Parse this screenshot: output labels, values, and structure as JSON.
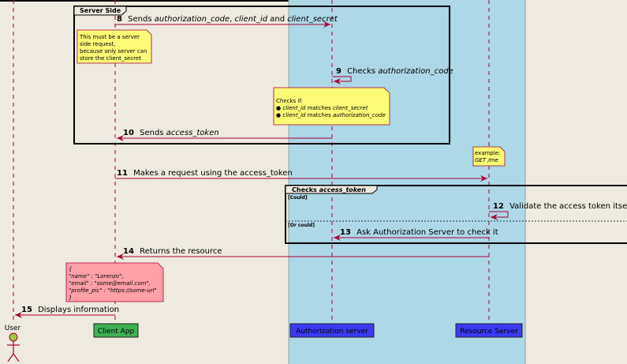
{
  "colors": {
    "background": "#eeeadf",
    "swimlane": "#add8e6",
    "arrow": "#a80036",
    "note_fill": "#fbfb77",
    "resource_note_fill": "#ff9fa8",
    "client_app_fill": "#3cb054",
    "server_fill": "#3a3af2",
    "actor_fill": "#9aca3a"
  },
  "participants": {
    "user": "User",
    "client_app": "Client App",
    "authorization_server": "Authorization server",
    "resource_server": "Resource Server"
  },
  "groups": {
    "server_side": "Server Side",
    "checks_access_token_prefix": "Checks ",
    "checks_access_token_em": "access_token",
    "alt_could": "[Could]",
    "alt_or_could": "[Or could]"
  },
  "messages": {
    "m8": {
      "num": "8",
      "p1": "Sends ",
      "e1": "authorization_code",
      "p2": ", ",
      "e2": "client_id",
      "p3": " and ",
      "e3": "client_secret"
    },
    "m9": {
      "num": "9",
      "p1": "Checks ",
      "e1": "authorization_code"
    },
    "m10": {
      "num": "10",
      "p1": "Sends ",
      "e1": "access_token"
    },
    "m11": {
      "num": "11",
      "text": "Makes a request using the access_token"
    },
    "m12": {
      "num": "12",
      "text": "Validate the access token itself"
    },
    "m13": {
      "num": "13",
      "text": "Ask Authorization Server to check it"
    },
    "m14": {
      "num": "14",
      "text": "Returns the resource"
    },
    "m15": {
      "num": "15",
      "text": "Displays information"
    }
  },
  "notes": {
    "server_request": {
      "line1": "This must be a server",
      "line2": "side request,",
      "line3": "because only server can",
      "line4": "store the client_secret"
    },
    "checks_if": {
      "title": "Checks if:",
      "line1_em1": "client_id",
      "line1_mid": " matches ",
      "line1_em2": "client_secret",
      "line2_em1": "client_id",
      "line2_mid": " matches ",
      "line2_em2": "authorization_code"
    },
    "example": {
      "line1": "example:",
      "line2": "GET /me"
    },
    "resource": {
      "line1": "{",
      "line2_k": "\"name\"",
      "line2_v": " : \"Lorenzo\",",
      "line3_k": "\"email\"",
      "line3_v": " : \"some@email.com\",",
      "line4_k": "\"profile_pic\"",
      "line4_v": " : \"https://some-url\"",
      "line5": "}"
    }
  }
}
